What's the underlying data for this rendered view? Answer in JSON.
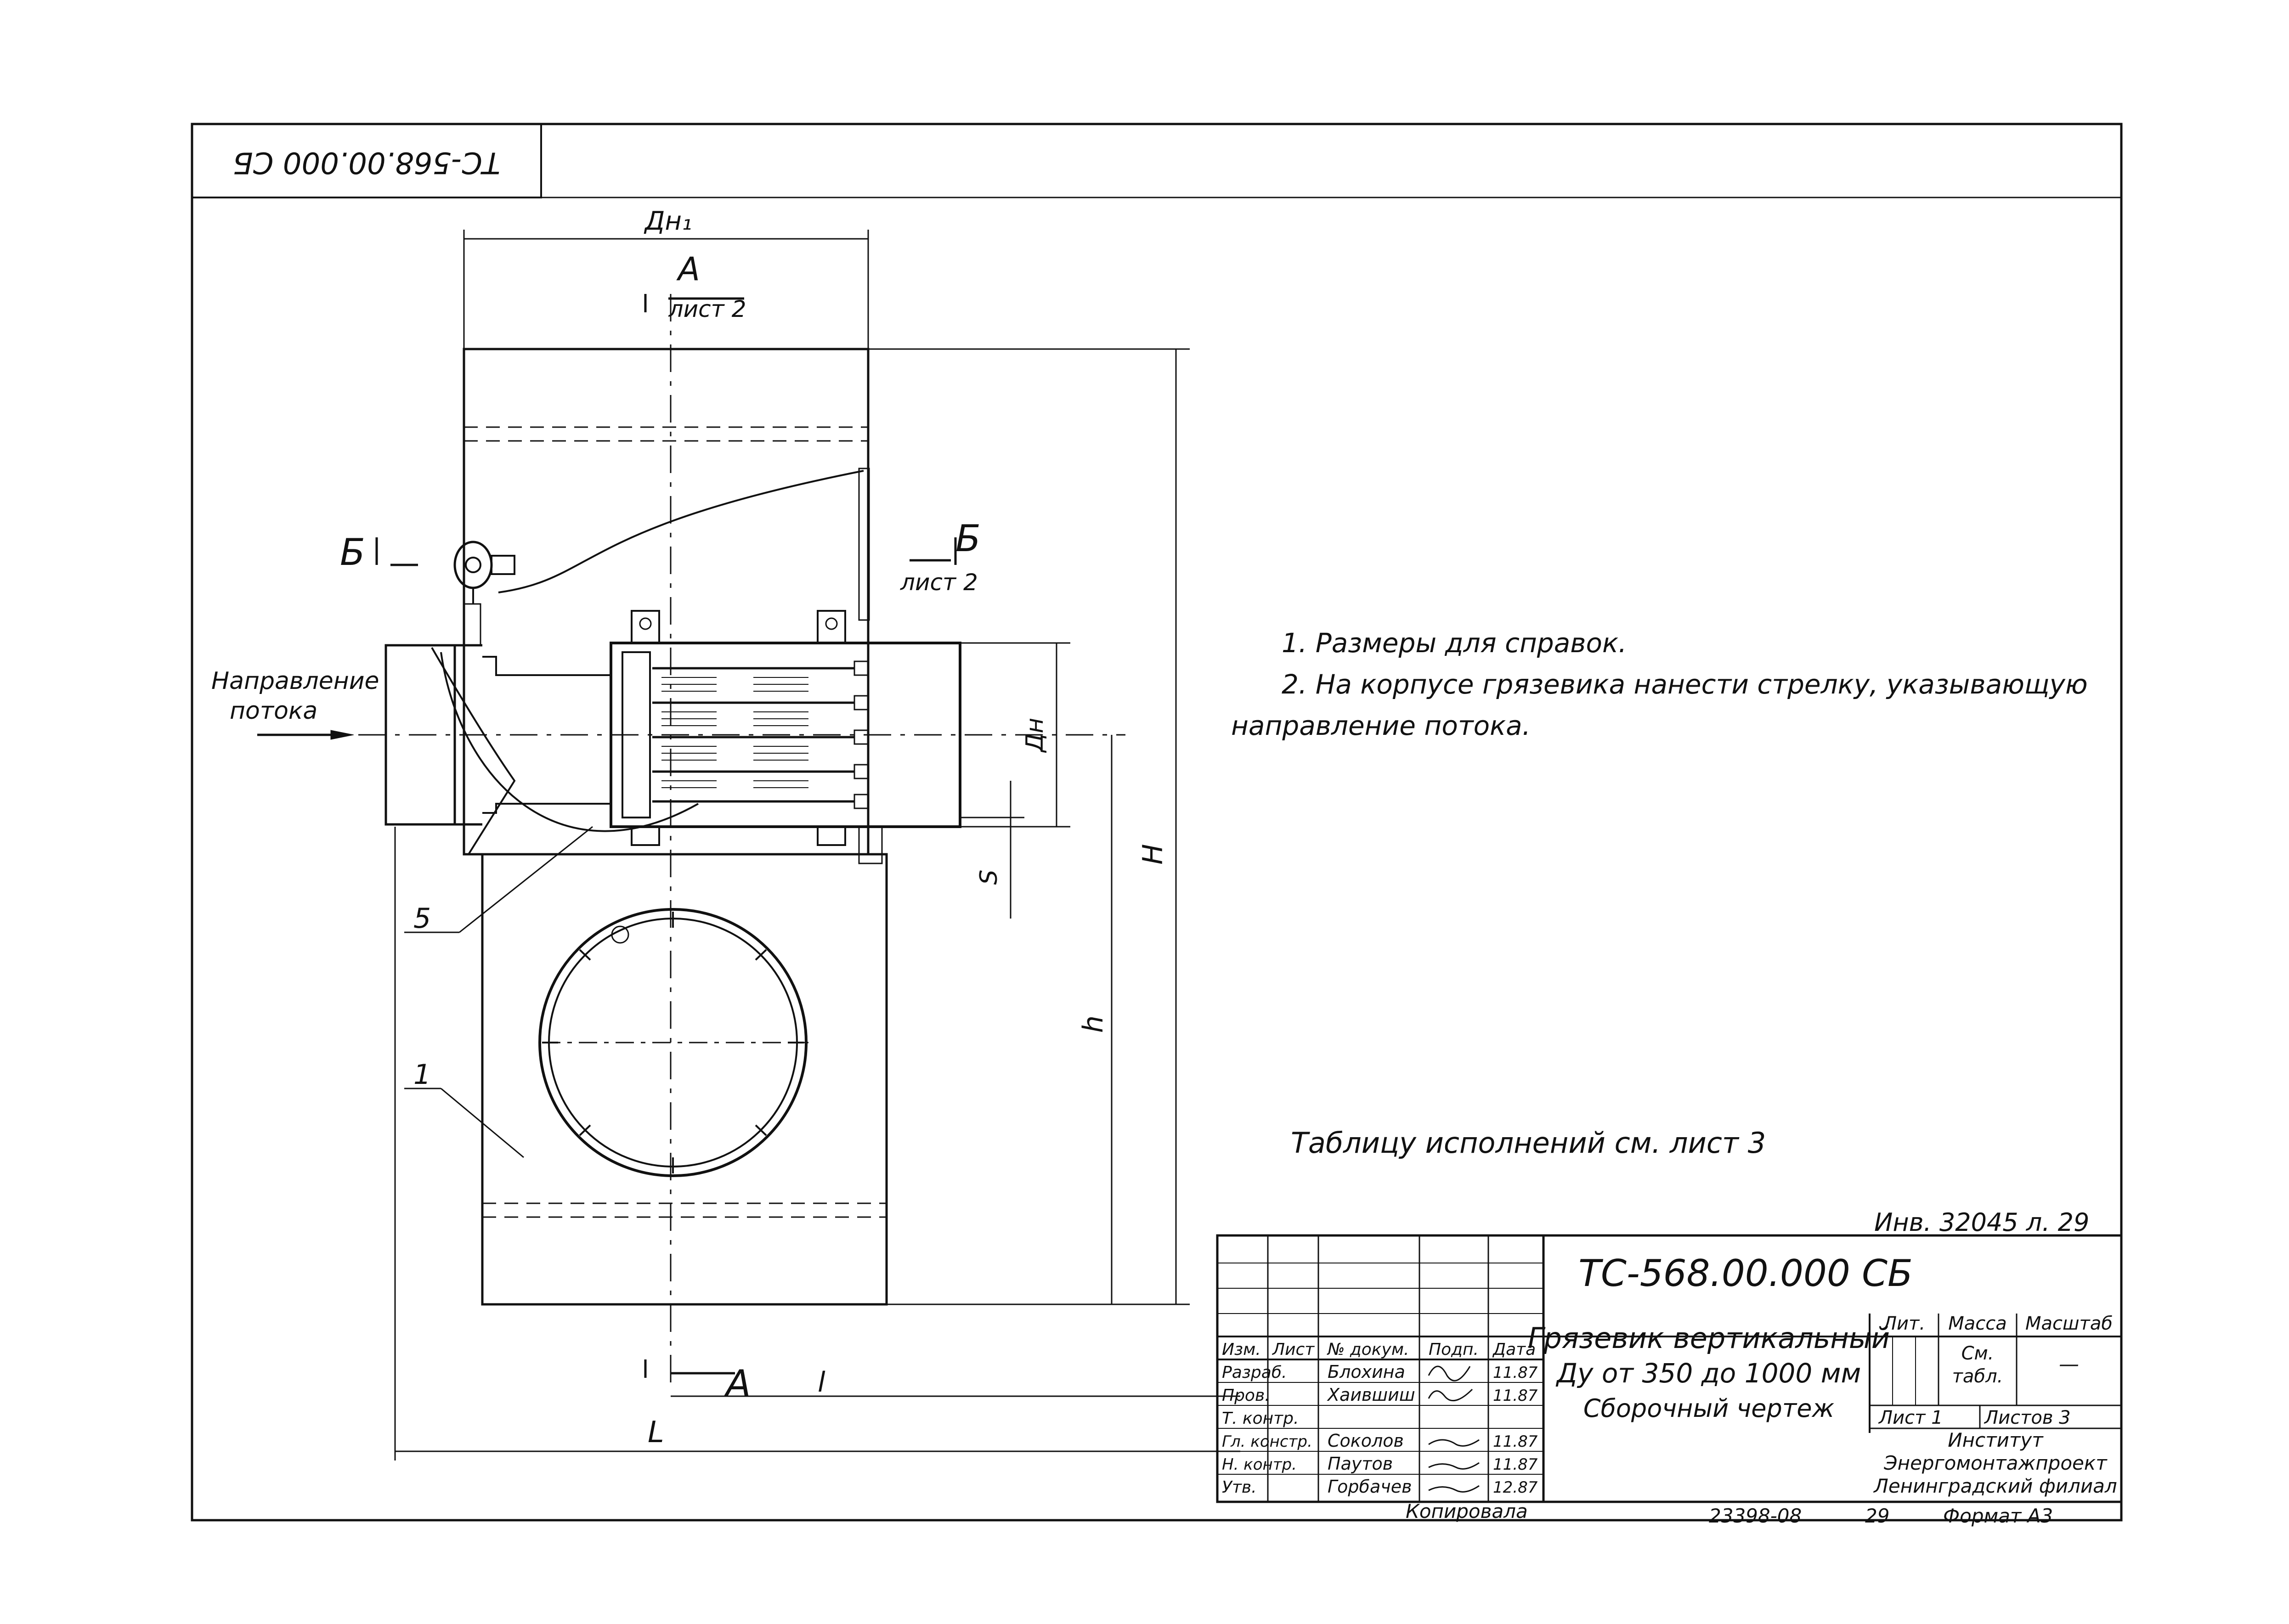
{
  "stamp_rotated": "ТС-568.00.000 СБ",
  "labels": {
    "dn1": "Дн₁",
    "section_a": "А",
    "section_a_sheet": "лист 2",
    "section_b": "Б",
    "section_b_sheet": "лист 2",
    "flow_direction_1": "Направление",
    "flow_direction_2": "потока",
    "dn": "Дн",
    "s": "S",
    "h_small": "h",
    "h_big": "H",
    "l_small": "l",
    "l_big": "L",
    "pos5": "5",
    "pos1": "1"
  },
  "notes": [
    "1.  Размеры для справок.",
    "2.  На корпусе грязевика нанести стрелку, указывающую",
    "направление потока."
  ],
  "table_ref": "Таблицу исполнений см. лист 3",
  "inv_number": "Инв. 32045 л. 29",
  "title_block": {
    "designation": "ТС-568.00.000 СБ",
    "name_line1": "Грязевик вертикальный",
    "name_line2": "Ду от 350 до 1000 мм",
    "name_line3": "Сборочный чертеж",
    "col_headers": [
      "Изм.",
      "Лист",
      "№ докум.",
      "Подп.",
      "Дата"
    ],
    "rows": [
      {
        "role": "Разраб.",
        "name": "Блохина",
        "date": "11.87"
      },
      {
        "role": "Пров.",
        "name": "Хаившиш",
        "date": "11.87"
      },
      {
        "role": "Т. контр.",
        "name": "",
        "date": ""
      },
      {
        "role": "Гл. констр.",
        "name": "Соколов",
        "date": "11.87"
      },
      {
        "role": "Н. контр.",
        "name": "Паутов",
        "date": "11.87"
      },
      {
        "role": "Утв.",
        "name": "Горбачев",
        "date": "12.87"
      }
    ],
    "lit": "Лит.",
    "mass": "Масса",
    "scale": "Масштаб",
    "mass_value_1": "См.",
    "mass_value_2": "табл.",
    "scale_value": "—",
    "sheet": "Лист  1",
    "sheets": "Листов  3",
    "org_1": "Институт",
    "org_2": "Энергомонтажпроект",
    "org_3": "Ленинградский филиал"
  },
  "bottom": {
    "copied": "Копировала",
    "code": "23398-08",
    "num": "29",
    "format": "Формат А3"
  }
}
